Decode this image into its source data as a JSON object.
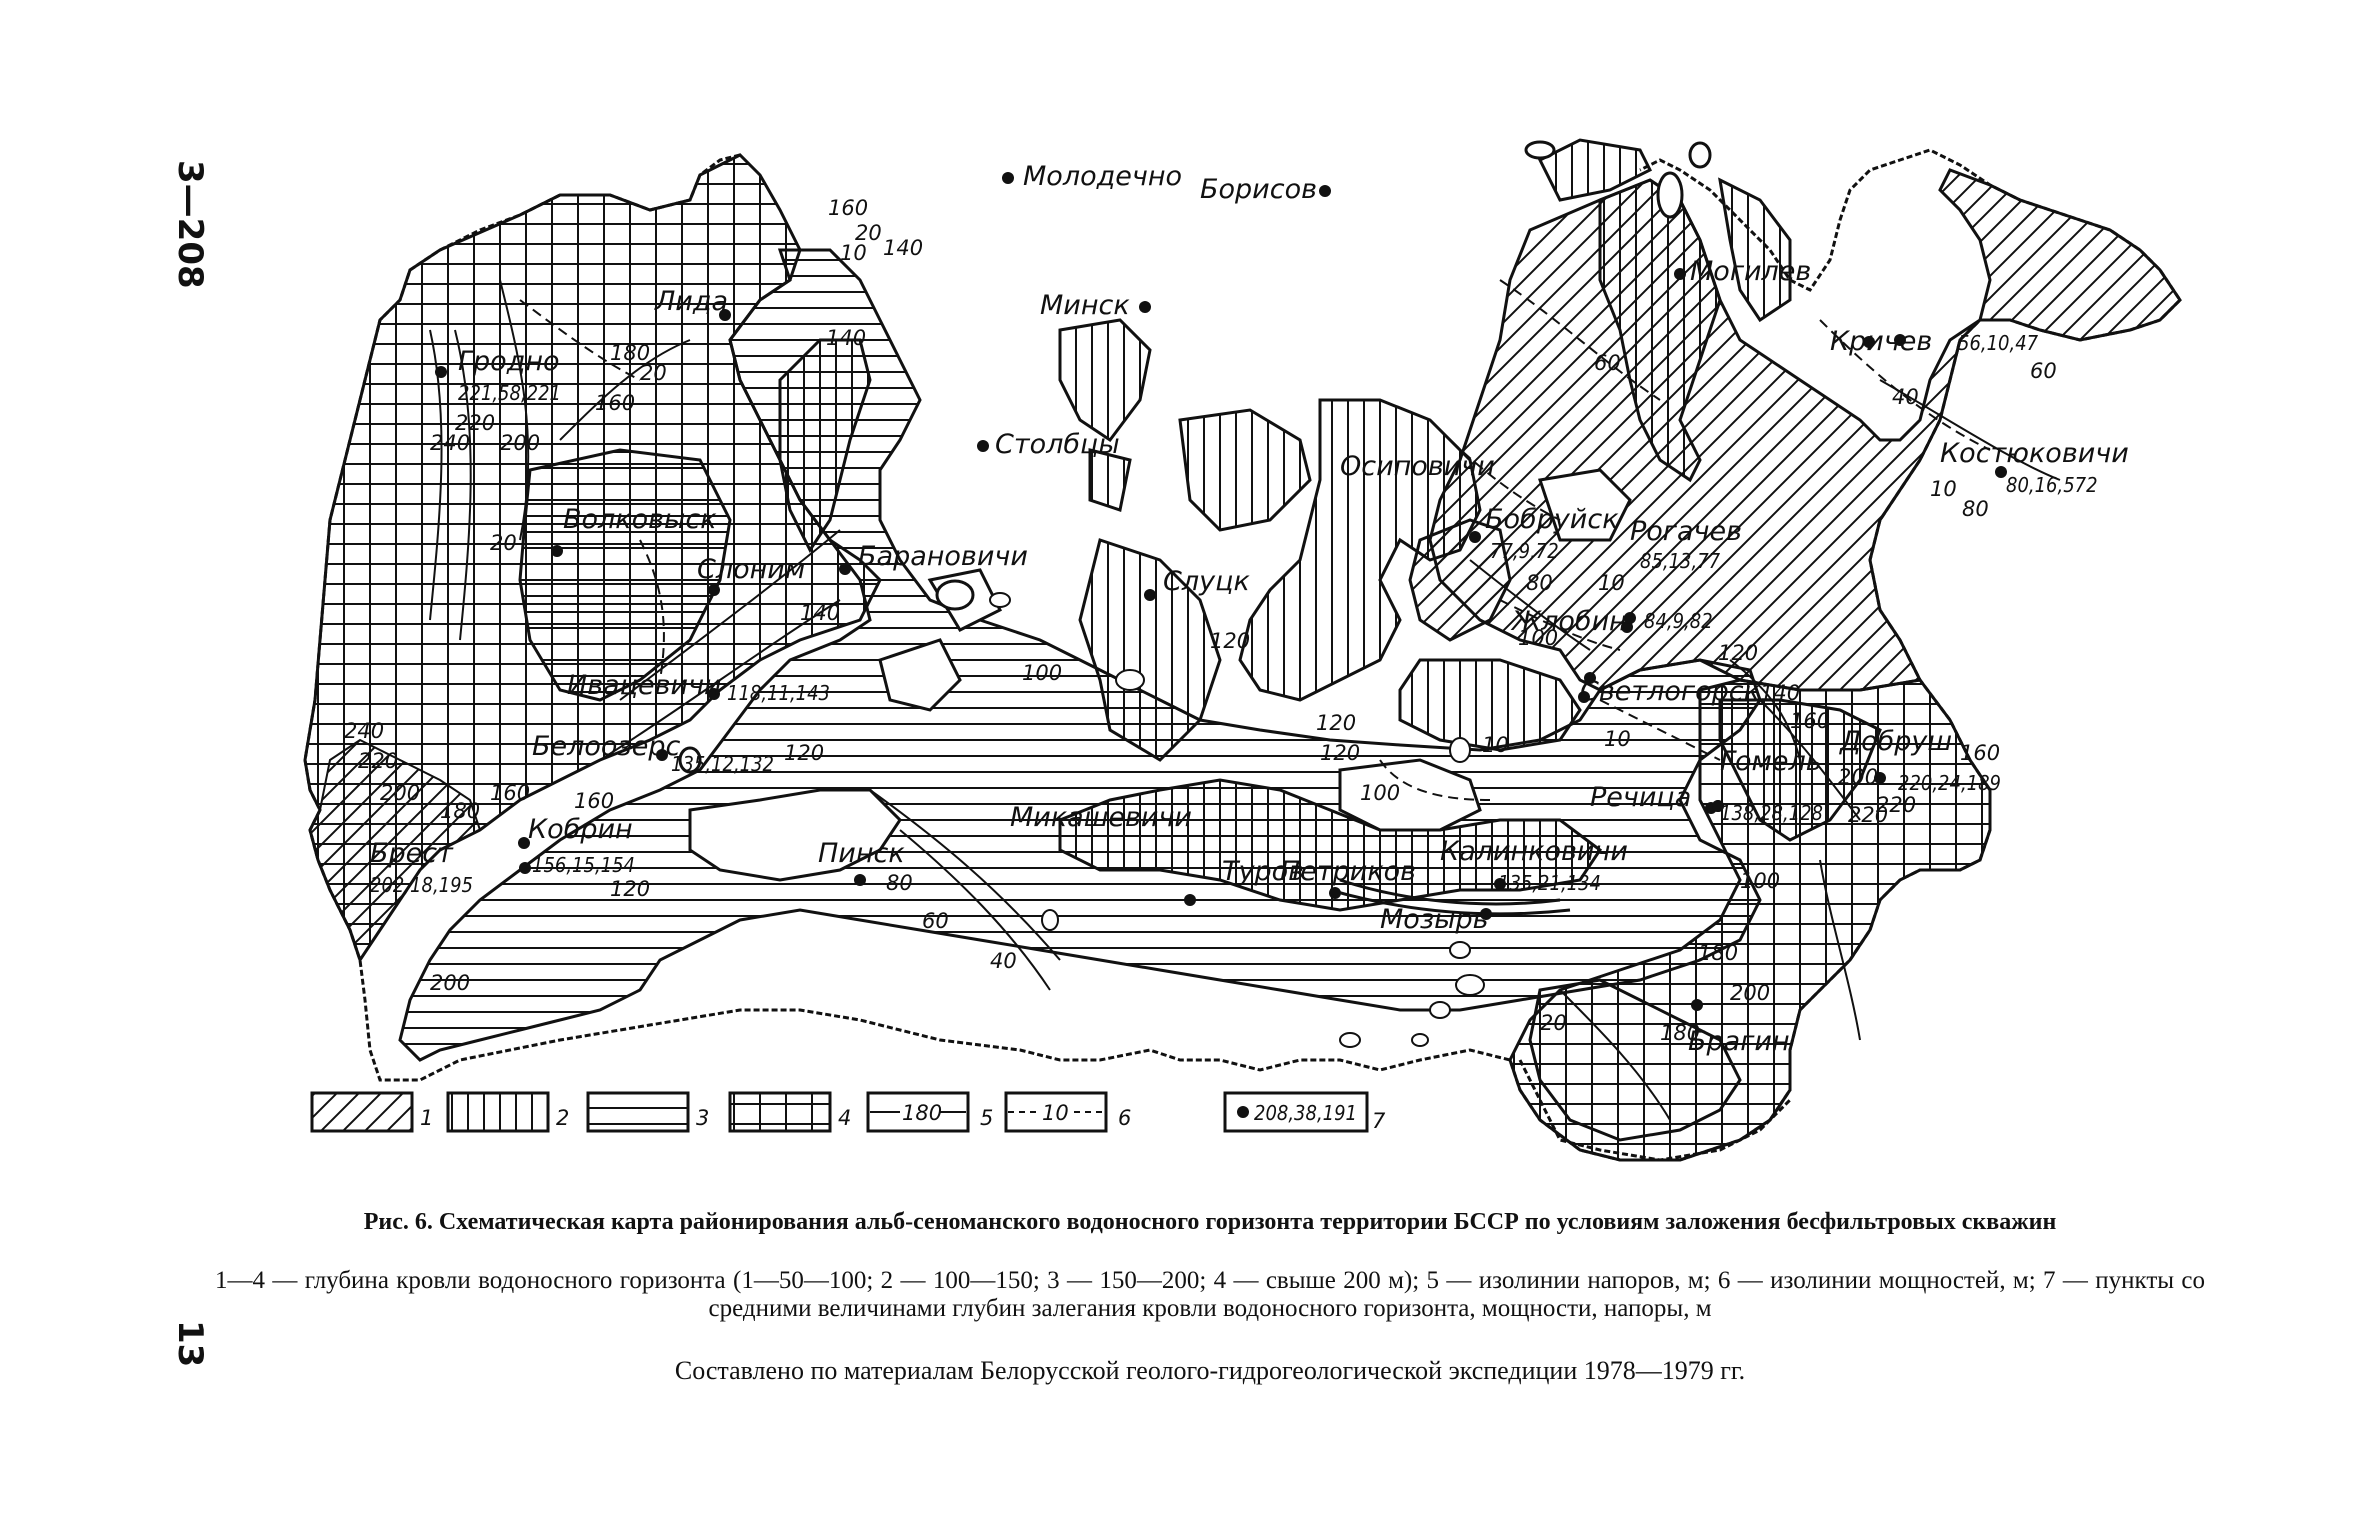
{
  "page": {
    "header_code": "3—208",
    "page_number": "13"
  },
  "colors": {
    "ink": "#111111",
    "paper": "#ffffff"
  },
  "legend": [
    {
      "key": "1",
      "pattern": "diagonal-hatch"
    },
    {
      "key": "2",
      "pattern": "vertical-hatch"
    },
    {
      "key": "3",
      "pattern": "horizontal-hatch"
    },
    {
      "key": "4",
      "pattern": "grid-hatch"
    },
    {
      "key": "5",
      "pattern": "solid-isoline",
      "sample": "180"
    },
    {
      "key": "6",
      "pattern": "dashed-isoline",
      "sample": "10"
    },
    {
      "key": "7",
      "pattern": "point",
      "sample": "208,38,191"
    }
  ],
  "cities": {
    "molodechno": "Молодечно",
    "borisov": "Борисов",
    "minsk": "Минск",
    "stolbtsy": "Столбцы",
    "osipovichi": "Осиповичи",
    "mogilev": "Могилев",
    "krichev": "Кричев",
    "kostyukovichi": "Костюковичи",
    "lida": "Лида",
    "grodno": "Гродно",
    "volkovysk": "Волковыск",
    "slonim": "Слоним",
    "baranovichi": "Барановичи",
    "slutsk": "Слуцк",
    "bobruisk": "Бобруйск",
    "rogachev": "Рогачев",
    "zhlobin": "Жлобин",
    "ivatsevichi": "Ивацевичи",
    "svetlogorsk": "Светлогорск",
    "beloozersk": "Белоозерс",
    "gomel": "Гомель",
    "dobrush": "Добруш",
    "rechitsa": "Речица",
    "kobrin": "Кобрин",
    "brest": "Брест",
    "pinsk": "Пинск",
    "mikashevichi": "Микашевичи",
    "turov": "Туров",
    "petrikov": "Петриков",
    "kalinkovichi": "Калинковичи",
    "mozyr": "Мозырь",
    "bragin": "Брагин"
  },
  "points": {
    "grodno": "221,58,221",
    "bobruisk": "77,9,72",
    "rogachev": "85,13,77",
    "zhlobin": "84,9,82",
    "krichev": "56,10,47",
    "kostyukovichi": "80,16,572",
    "ivatsevichi": "118,11,143",
    "beloozersk": "135,12,132",
    "kobrin": "156,15,154",
    "brest": "202,18,195",
    "gomel": "138,28,128",
    "dobrush": "220,24,189",
    "kalinkovichi": "135,21,134"
  },
  "isolines": [
    "160",
    "20",
    "10",
    "140",
    "180",
    "20",
    "240",
    "220",
    "200",
    "20",
    "160",
    "140",
    "140",
    "120",
    "100",
    "80",
    "60",
    "40",
    "120",
    "100",
    "120",
    "10",
    "100",
    "80",
    "10",
    "100",
    "120",
    "140",
    "160",
    "200",
    "220",
    "60",
    "40",
    "60",
    "10",
    "80",
    "10",
    "120",
    "160",
    "180",
    "200",
    "20",
    "240",
    "220",
    "200",
    "180",
    "160",
    "160",
    "120",
    "200",
    "220",
    "180"
  ],
  "caption": {
    "title": "Рис. 6. Схематическая карта районирования альб-сеноманского водоносного горизонта территории БССР по условиям заложения бесфильтровых скважин",
    "legend_text": "1—4 — глубина кровли водоносного горизонта (1—50—100; 2 — 100—150; 3 — 150—200; 4 — свыше 200 м); 5 — изолинии напоров, м; 6 — изолинии мощностей, м; 7 — пункты со средними величинами глубин залегания кровли водоносного горизонта, мощности, напоры, м",
    "source": "Составлено по материалам Белорусской геолого-гидрогеологической экспедиции 1978—1979 гг."
  }
}
